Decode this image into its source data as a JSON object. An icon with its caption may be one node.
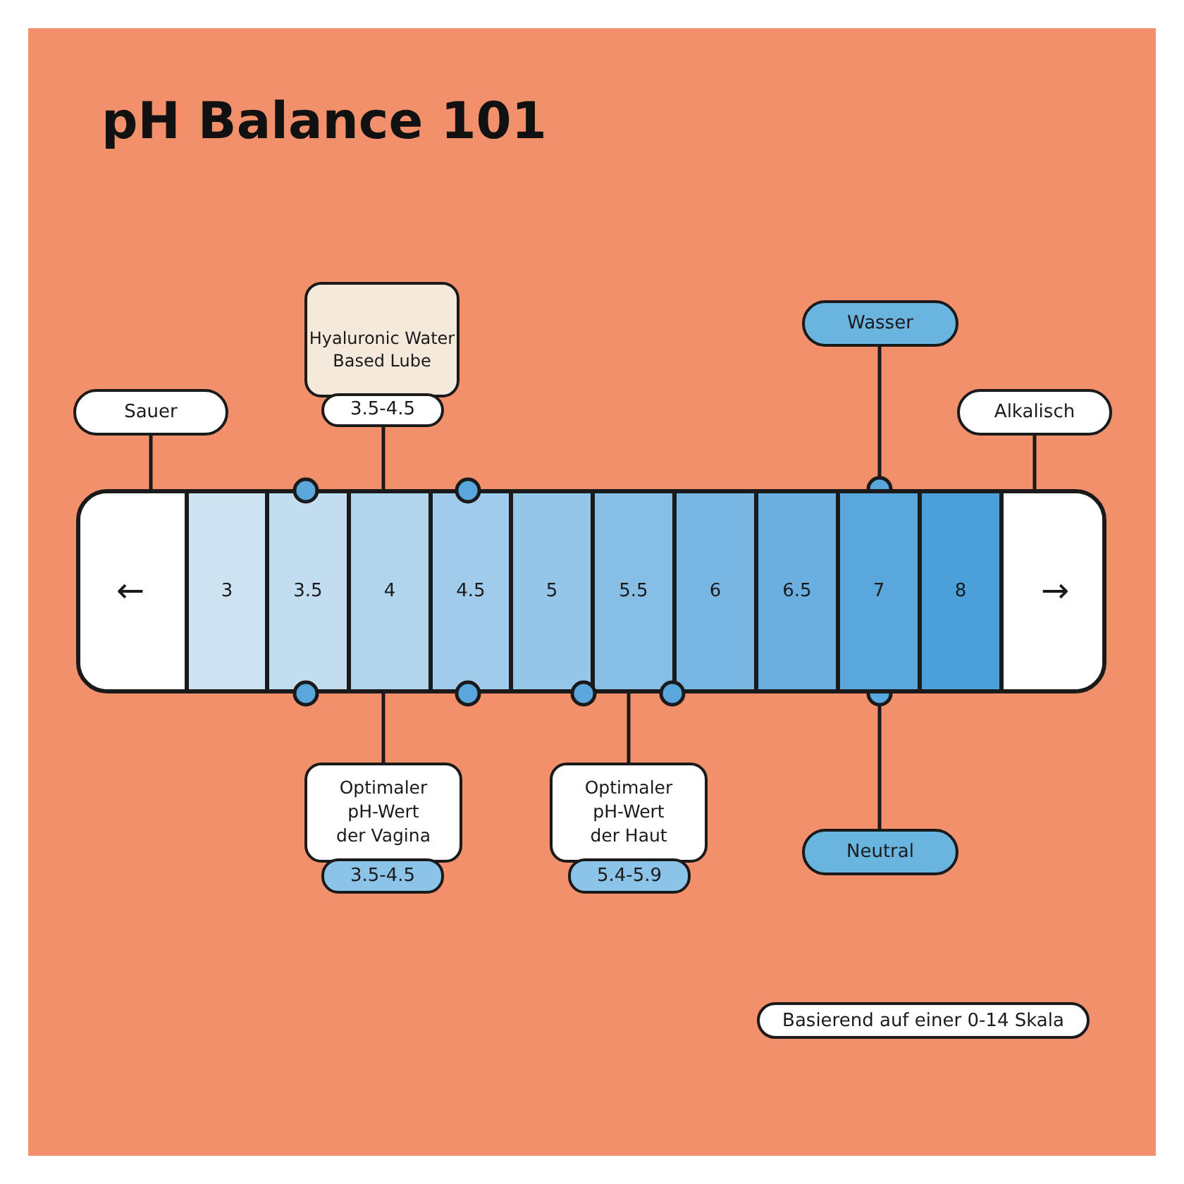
{
  "diagram": {
    "title": "pH Balance 101",
    "nodes": [
      {
        "text": [
          "Sauer"
        ]
      },
      {
        "text": [
          "Hyaluronic Water Based Lube"
        ]
      },
      {
        "text": [
          "3.5-4.5"
        ]
      },
      {
        "text": [
          "Wasser"
        ]
      },
      {
        "text": [
          "Alkalisch"
        ]
      },
      {
        "text": [],
        "shape": "bar"
      },
      {
        "text": [
          "←"
        ],
        "in": 5
      },
      {
        "text": [
          "3"
        ],
        "in": 5
      },
      {
        "text": [
          "3.5"
        ],
        "in": 5
      },
      {
        "text": [
          "4"
        ],
        "in": 5
      },
      {
        "text": [
          "4.5"
        ],
        "in": 5
      },
      {
        "text": [
          "5"
        ],
        "in": 5
      },
      {
        "text": [
          "5.5"
        ],
        "in": 5
      },
      {
        "text": [
          "6"
        ],
        "in": 5
      },
      {
        "text": [
          "6.5"
        ],
        "in": 5
      },
      {
        "text": [
          "7"
        ],
        "in": 5
      },
      {
        "text": [
          "8"
        ],
        "in": 5
      },
      {
        "text": [
          "→"
        ],
        "in": 5
      },
      {
        "text": [
          "Optimaler pH-Wert der Vagina"
        ]
      },
      {
        "text": [
          "3.5-4.5"
        ]
      },
      {
        "text": [
          "Optimaler pH-Wert der Haut"
        ]
      },
      {
        "text": [
          "5.4-5.9"
        ]
      },
      {
        "text": [
          "Neutral"
        ]
      }
    ],
    "edges": [
      {
        "from": 0,
        "to": 6,
        "arrow": "none"
      },
      {
        "from": 2,
        "to": 9,
        "arrow": "none"
      },
      {
        "from": 3,
        "to": 15,
        "arrow": "other"
      },
      {
        "from": 4,
        "to": 17,
        "arrow": "none"
      },
      {
        "from": 18,
        "to": 9,
        "arrow": "none"
      },
      {
        "from": 20,
        "to": 12,
        "arrow": "none"
      },
      {
        "from": 22,
        "to": 15,
        "arrow": "other"
      }
    ],
    "labels": [
      "Basierend auf einer 0-14 Skala"
    ]
  }
}
